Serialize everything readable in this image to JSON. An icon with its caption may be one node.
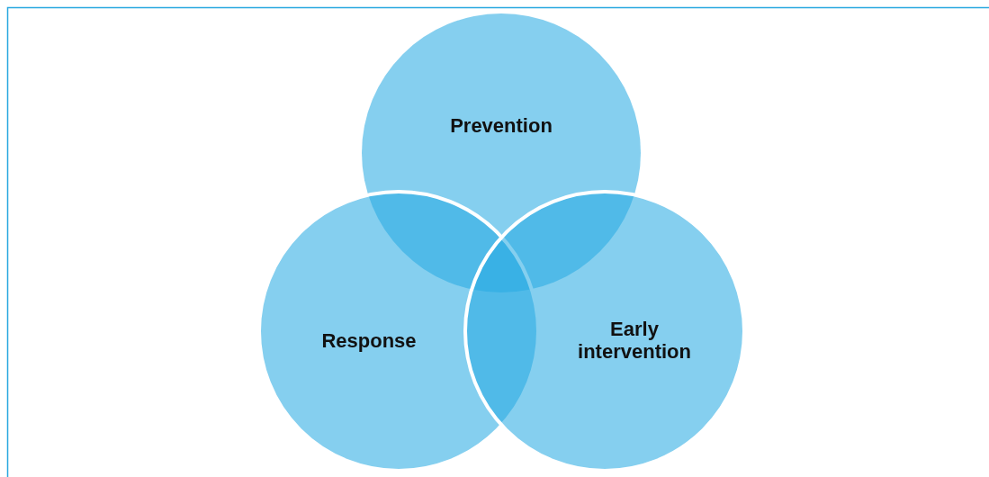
{
  "diagram": {
    "nodes": [
      {
        "text": [
          "Prevention"
        ]
      },
      {
        "text": [
          "Response"
        ]
      },
      {
        "text": [
          "Early intervention"
        ]
      }
    ]
  }
}
